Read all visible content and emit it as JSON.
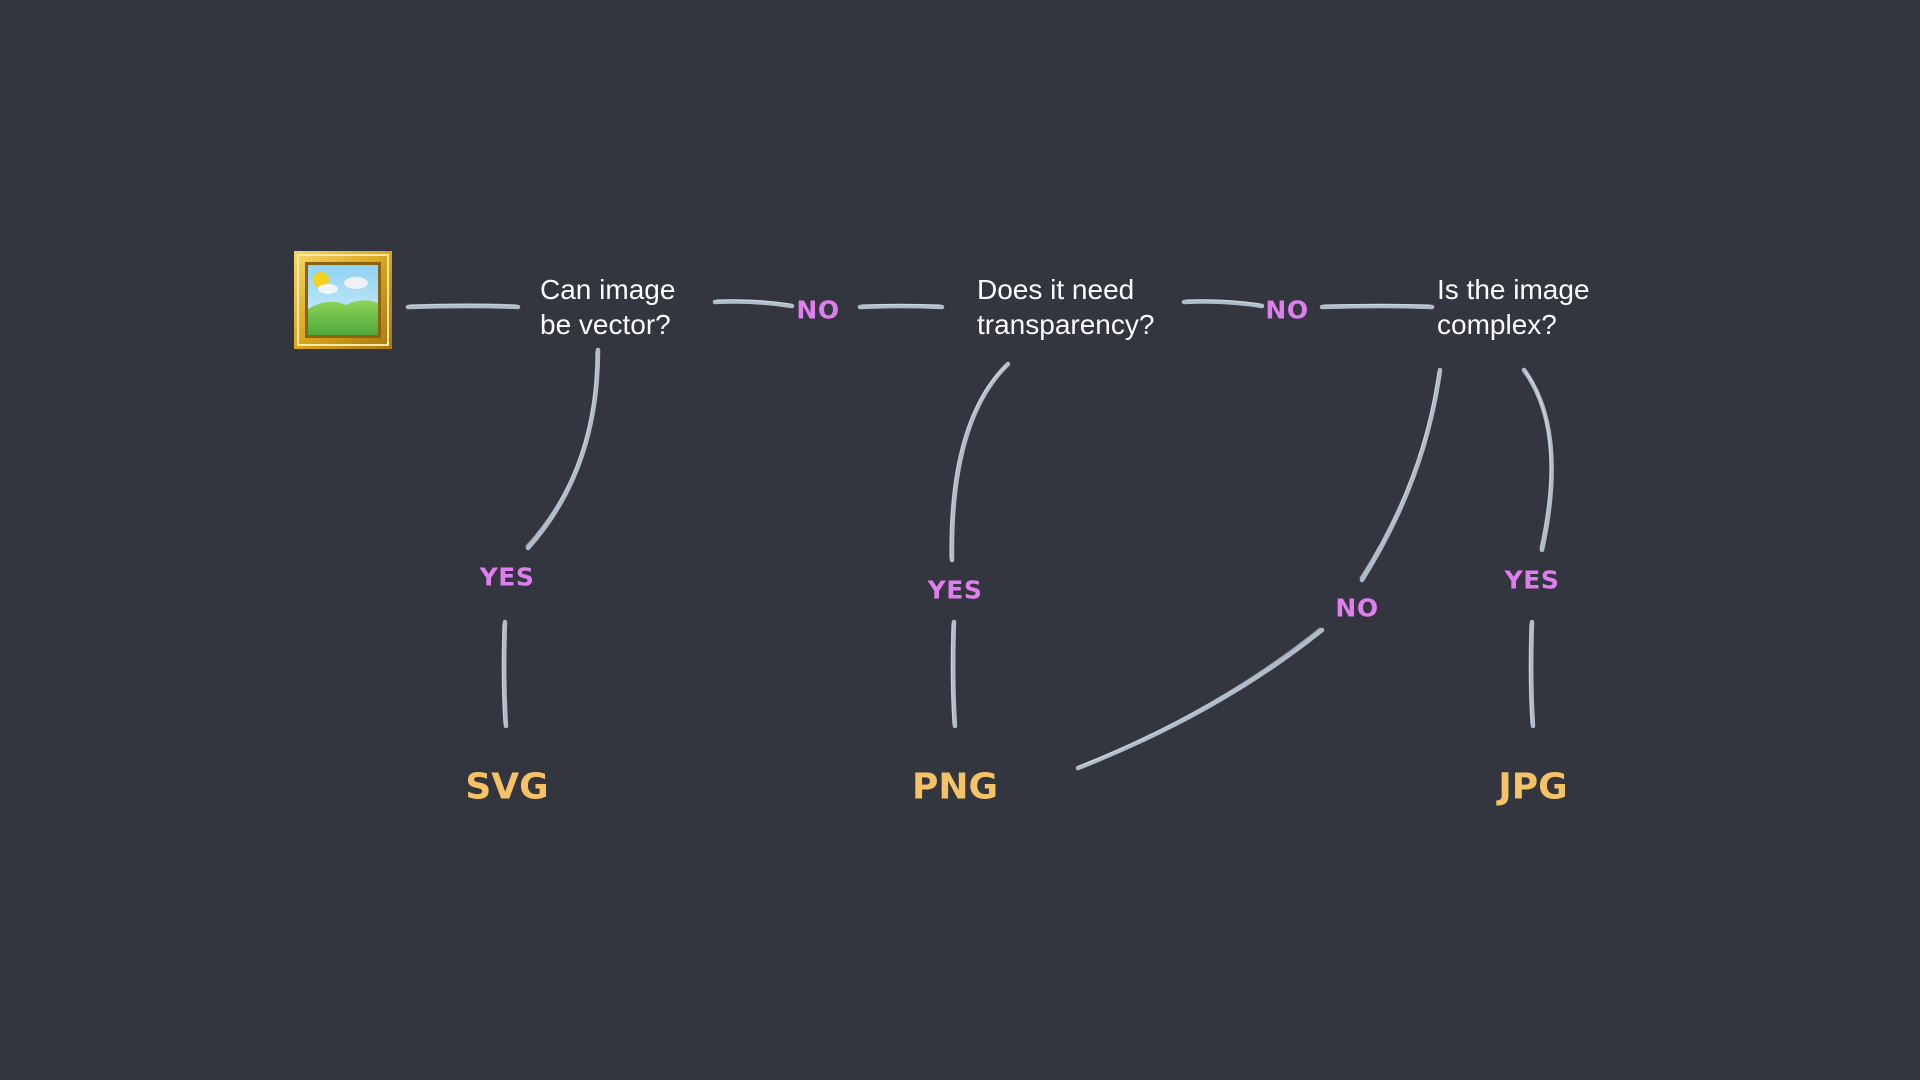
{
  "colors": {
    "background": "#33353f",
    "question_text": "#ffffff",
    "edge_label": "#e07ef0",
    "result": "#f5c265",
    "connector": "#b7c4d2"
  },
  "start": {
    "icon": "framed-picture-icon"
  },
  "questions": [
    {
      "text": "Can image\nbe vector?"
    },
    {
      "text": "Does it need\ntransparency?"
    },
    {
      "text": "Is the image\ncomplex?"
    }
  ],
  "edge_labels": [
    {
      "text": "NO"
    },
    {
      "text": "NO"
    },
    {
      "text": "YES"
    },
    {
      "text": "YES"
    },
    {
      "text": "NO"
    },
    {
      "text": "YES"
    }
  ],
  "results": [
    {
      "text": "SVG"
    },
    {
      "text": "PNG"
    },
    {
      "text": "JPG"
    }
  ]
}
